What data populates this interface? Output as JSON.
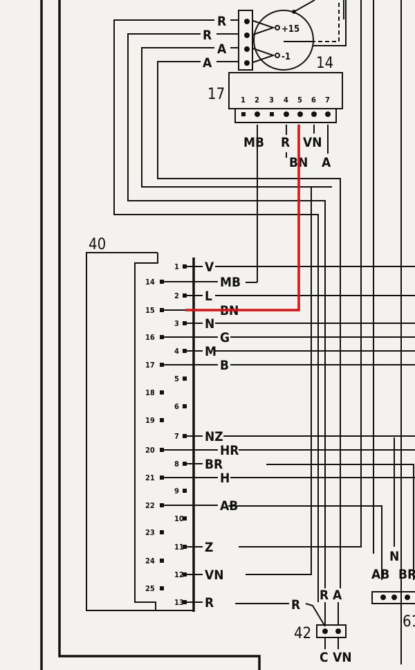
{
  "diagram": {
    "accent_color": "#e01010",
    "components": {
      "c14": {
        "id": "14",
        "terminals": [
          "+15",
          "-1"
        ]
      },
      "c17": {
        "id": "17",
        "pins": [
          "1",
          "2",
          "3",
          "4",
          "5",
          "6",
          "7"
        ],
        "bottom_wires": [
          "MB",
          "R",
          "BN",
          "VN",
          "A"
        ],
        "side_wires": [
          "R",
          "R",
          "A",
          "A"
        ]
      },
      "c40": {
        "id": "40",
        "pins": [
          {
            "n": "1",
            "wire": "V"
          },
          {
            "n": "14",
            "wire": "MB"
          },
          {
            "n": "2",
            "wire": "L"
          },
          {
            "n": "15",
            "wire": "BN"
          },
          {
            "n": "3",
            "wire": "N"
          },
          {
            "n": "16",
            "wire": "G"
          },
          {
            "n": "4",
            "wire": "M"
          },
          {
            "n": "17",
            "wire": "B"
          },
          {
            "n": "5",
            "wire": ""
          },
          {
            "n": "18",
            "wire": ""
          },
          {
            "n": "6",
            "wire": ""
          },
          {
            "n": "19",
            "wire": ""
          },
          {
            "n": "7",
            "wire": "NZ"
          },
          {
            "n": "20",
            "wire": "HR"
          },
          {
            "n": "8",
            "wire": "BR"
          },
          {
            "n": "21",
            "wire": "H"
          },
          {
            "n": "9",
            "wire": ""
          },
          {
            "n": "22",
            "wire": "AB"
          },
          {
            "n": "10",
            "wire": ""
          },
          {
            "n": "23",
            "wire": ""
          },
          {
            "n": "11",
            "wire": "Z"
          },
          {
            "n": "24",
            "wire": ""
          },
          {
            "n": "12",
            "wire": "VN"
          },
          {
            "n": "25",
            "wire": ""
          },
          {
            "n": "13",
            "wire": "R"
          }
        ]
      },
      "c42": {
        "id": "42",
        "top_wires": [
          "R",
          "A"
        ],
        "bottom_wires": [
          "C",
          "VN"
        ],
        "side_wire": "R"
      },
      "c61": {
        "id": "61",
        "wires": [
          "AB",
          "N",
          "BR"
        ]
      }
    }
  }
}
